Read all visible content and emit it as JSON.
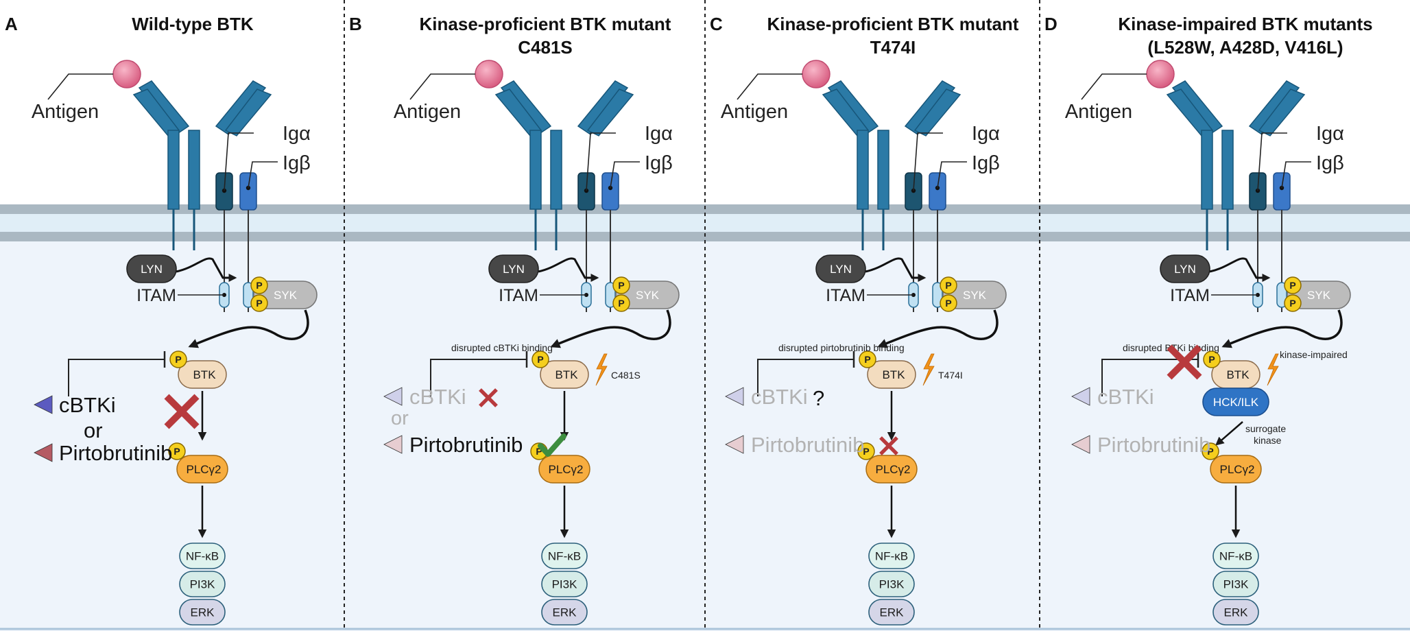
{
  "panels": [
    {
      "letter": "A",
      "title_lines": [
        "Wild-type BTK"
      ],
      "antigen": "Antigen",
      "ig_alpha": "Igα",
      "ig_beta": "Igβ",
      "lyn": "LYN",
      "itam": "ITAM",
      "syk": "SYK",
      "phospho": "P",
      "btk": "BTK",
      "plcg2": "PLCγ2",
      "downstream": [
        "NF-κB",
        "PI3K",
        "ERK"
      ],
      "inhibition_note": "",
      "mutation": "",
      "drug1": "cBTKi",
      "or": "or",
      "drug2": "Pirtobrutinib",
      "drug1_status": "",
      "drug2_status": "",
      "binding_blocked": true,
      "drugs_faded": false,
      "surrogate": null
    },
    {
      "letter": "B",
      "title_lines": [
        "Kinase-proficient BTK mutant",
        "C481S"
      ],
      "antigen": "Antigen",
      "ig_alpha": "Igα",
      "ig_beta": "Igβ",
      "lyn": "LYN",
      "itam": "ITAM",
      "syk": "SYK",
      "phospho": "P",
      "btk": "BTK",
      "plcg2": "PLCγ2",
      "downstream": [
        "NF-κB",
        "PI3K",
        "ERK"
      ],
      "inhibition_note": "disrupted cBTKi binding",
      "mutation": "C481S",
      "drug1": "cBTKi",
      "or": "or",
      "drug2": "Pirtobrutinib",
      "drug1_status": "cross",
      "drug2_status": "check",
      "binding_blocked": false,
      "drugs_faded": false,
      "surrogate": null
    },
    {
      "letter": "C",
      "title_lines": [
        "Kinase-proficient BTK mutant",
        "T474I"
      ],
      "antigen": "Antigen",
      "ig_alpha": "Igα",
      "ig_beta": "Igβ",
      "lyn": "LYN",
      "itam": "ITAM",
      "syk": "SYK",
      "phospho": "P",
      "btk": "BTK",
      "plcg2": "PLCγ2",
      "downstream": [
        "NF-κB",
        "PI3K",
        "ERK"
      ],
      "inhibition_note": "disrupted pirtobrutinib binding",
      "mutation": "T474I",
      "drug1": "cBTKi",
      "or": "",
      "drug2": "Pirtobrutinib",
      "drug1_status": "question",
      "drug2_status": "cross",
      "question_mark": "?",
      "binding_blocked": false,
      "drugs_faded": true,
      "surrogate": null
    },
    {
      "letter": "D",
      "title_lines": [
        "Kinase-impaired BTK mutants",
        "(L528W, A428D, V416L)"
      ],
      "antigen": "Antigen",
      "ig_alpha": "Igα",
      "ig_beta": "Igβ",
      "lyn": "LYN",
      "itam": "ITAM",
      "syk": "SYK",
      "phospho": "P",
      "btk": "BTK",
      "plcg2": "PLCγ2",
      "downstream": [
        "NF-κB",
        "PI3K",
        "ERK"
      ],
      "inhibition_note": "disrupted BTKi binding",
      "mutation": "kinase-impaired",
      "drug1": "cBTKi",
      "or": "",
      "drug2": "Pirtobrutinib",
      "drug1_status": "",
      "drug2_status": "",
      "binding_blocked": false,
      "drugs_faded": true,
      "surrogate": {
        "label": "HCK/ILK",
        "caption_lines": [
          "surrogate",
          "kinase"
        ]
      }
    }
  ],
  "colors": {
    "antibody": "#2b7aa6",
    "antibody_edge": "#17567a",
    "antigen": "#e8799b",
    "ig_alpha": "#1d5570",
    "ig_beta": "#3b78c8",
    "membrane": "#aab8c2",
    "membrane_inner": "#e0eef7",
    "cytoplasm": "#eef4fb",
    "lyn": "#474747",
    "syk": "#bcbcbc",
    "phospho": "#f5cf1d",
    "btk": "#f3dcbf",
    "plcg2": "#f7ad3f",
    "nfkb": "#dff3ee",
    "pi3k": "#d6ece8",
    "erk": "#d5d6e8",
    "hck": "#2f74c5",
    "cross": "#b83a3d",
    "check": "#3d8d3f",
    "lightning": "#f0921b",
    "cbtki_triangle": "#5b5bc0",
    "pirto_triangle": "#b55a63"
  }
}
